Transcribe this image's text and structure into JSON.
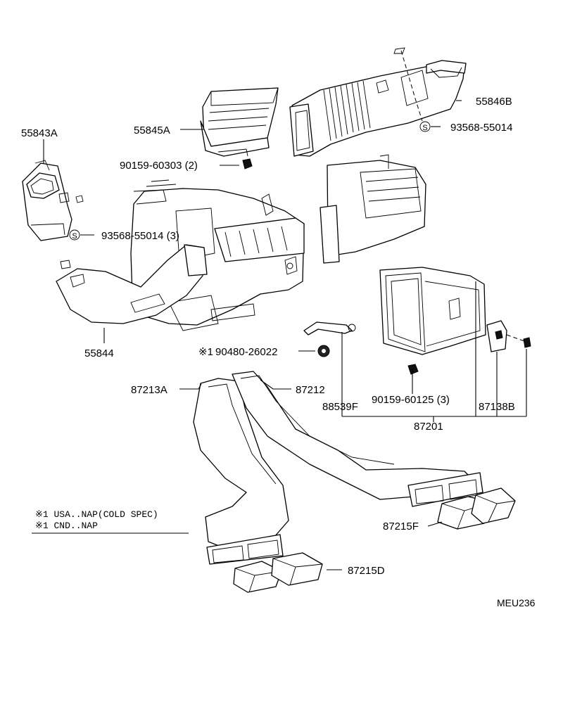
{
  "parts": {
    "p55843A": "55843A",
    "p55845A": "55845A",
    "p55846B": "55846B",
    "p93568_55014": "93568-55014",
    "p90159_60303": "90159-60303 (2)",
    "p93568_55014_3": "93568-55014 (3)",
    "p55844": "55844",
    "p90480_26022": "90480-26022",
    "p90480_mark": "※1",
    "p87213A": "87213A",
    "p87212": "87212",
    "p88539F": "88539F",
    "p90159_60125": "90159-60125 (3)",
    "p87138B": "87138B",
    "p87201": "87201",
    "p87215F": "87215F",
    "p87215D": "87215D",
    "s_symbol": "S"
  },
  "notes": {
    "line1": "※1 USA..NAP(COLD SPEC)",
    "line2": "※1 CND..NAP"
  },
  "diagram_code": "MEU236"
}
